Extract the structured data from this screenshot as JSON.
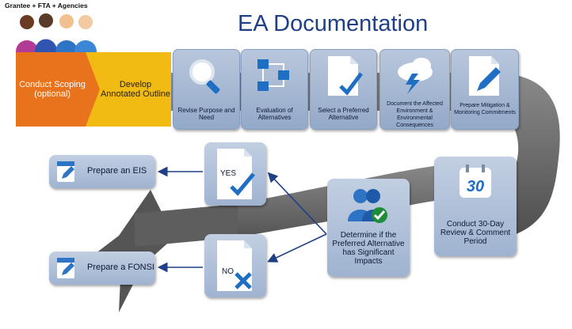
{
  "title": "EA Documentation",
  "group_label": "Grantee + FTA + Agencies",
  "steps": {
    "scoping": "Conduct Scoping (optional)",
    "outline": "Develop Annotated Outline",
    "purpose": "Revise Purpose and Need",
    "alternatives": "Evaluation of Alternatives",
    "preferred": "Select a Preferred Alternative",
    "environment": "Document the Affected Environment & Environmental Consequences",
    "mitigation": "Prepare Mitigation & Monitoring Commitments",
    "review": "Conduct 30-Day Review & Comment Period",
    "review_badge": "30",
    "determine": "Determine if the Preferred Alternative has Significant Impacts",
    "yes": "YES",
    "no": "NO",
    "eis": "Prepare an EIS",
    "fonsi": "Prepare a FONSI"
  },
  "colors": {
    "title": "#1f3f87",
    "scoping": "#e8731c",
    "outline": "#f2bb13",
    "box_fill": "#a7b9d4",
    "arrow": "#6a6a6a"
  },
  "icons": [
    "magnifier-icon",
    "flowchart-icon",
    "document-check-icon",
    "cloud-lightning-icon",
    "document-pen-icon",
    "calendar-icon",
    "people-check-icon",
    "document-cross-icon",
    "notepad-pen-icon"
  ]
}
